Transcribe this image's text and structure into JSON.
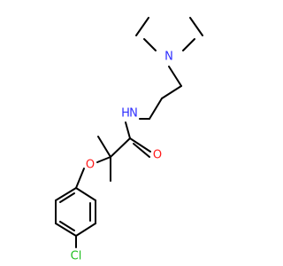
{
  "molecule": {
    "colors": {
      "bond": "#000000",
      "nitrogen": "#2e2eff",
      "oxygen": "#ff1a1a",
      "chlorine": "#1fbf1f"
    },
    "atoms": {
      "amine_n": {
        "symbol": "N",
        "element": "nitrogen"
      },
      "amide_n": {
        "symbol": "N",
        "element": "nitrogen"
      },
      "amide_h": {
        "symbol": "H",
        "element": "nitrogen"
      },
      "carbonyl_o": {
        "symbol": "O",
        "element": "oxygen"
      },
      "ether_o": {
        "symbol": "O",
        "element": "oxygen"
      },
      "chlorine": {
        "symbol": "Cl",
        "element": "chlorine"
      }
    }
  }
}
